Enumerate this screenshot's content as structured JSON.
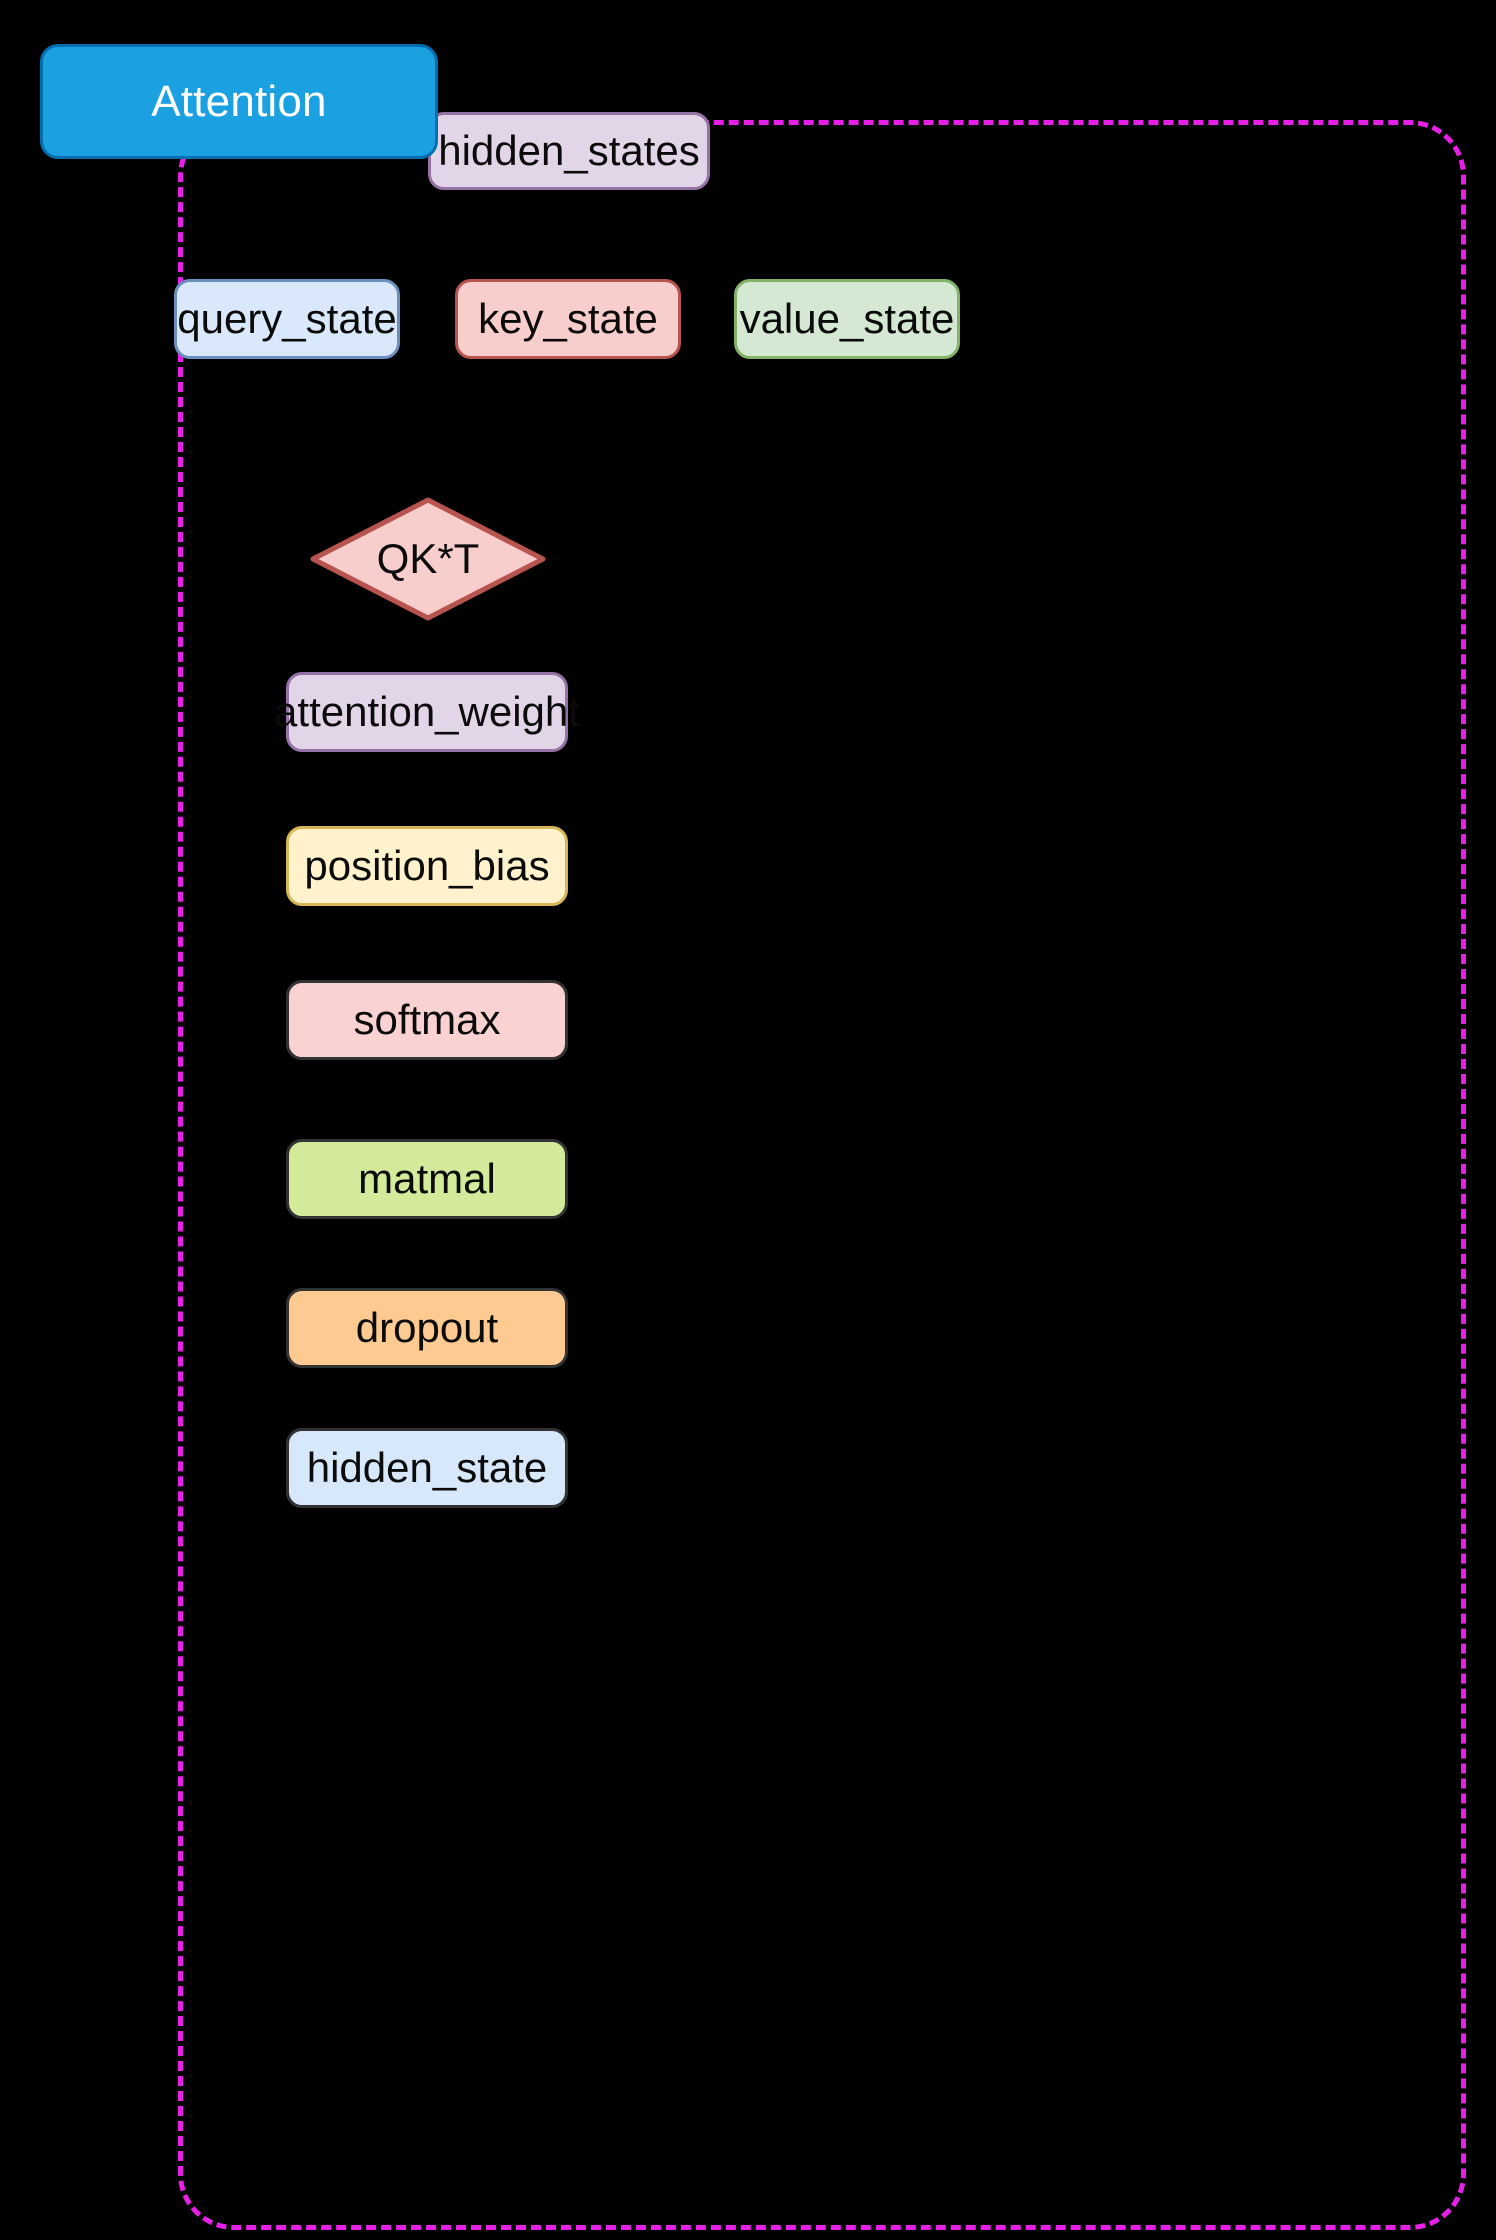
{
  "diagram": {
    "background_color": "#000000",
    "container": {
      "border_color": "#e81fe8",
      "border_style": "dashed"
    },
    "title": {
      "label": "Attention",
      "fill_color": "#1ba1e2",
      "text_color": "#ffffff",
      "border_color": "#006eaf"
    },
    "nodes": [
      {
        "id": "hidden_states",
        "label": "hidden_states",
        "shape": "rounded-rect",
        "fill_color": "#e1d5e7",
        "border_color": "#9673a6"
      },
      {
        "id": "query_state",
        "label": "query_state",
        "shape": "rounded-rect",
        "fill_color": "#dae8fc",
        "border_color": "#6c8ebf"
      },
      {
        "id": "key_state",
        "label": "key_state",
        "shape": "rounded-rect",
        "fill_color": "#f8cecc",
        "border_color": "#b85450"
      },
      {
        "id": "value_state",
        "label": "value_state",
        "shape": "rounded-rect",
        "fill_color": "#d5e8d4",
        "border_color": "#82b366"
      },
      {
        "id": "qkt",
        "label": "QK*T",
        "shape": "diamond",
        "fill_color": "#f8cecc",
        "border_color": "#b85450"
      },
      {
        "id": "attention_weight",
        "label": "attention_weight",
        "shape": "rounded-rect",
        "fill_color": "#e1d5e7",
        "border_color": "#9673a6"
      },
      {
        "id": "position_bias",
        "label": "position_bias",
        "shape": "rounded-rect",
        "fill_color": "#fff2cc",
        "border_color": "#d6b656"
      },
      {
        "id": "softmax",
        "label": "softmax",
        "shape": "rounded-rect",
        "fill_color": "#fad2d2",
        "border_color": "#333333"
      },
      {
        "id": "matmal",
        "label": "matmal",
        "shape": "rounded-rect",
        "fill_color": "#d4ea9b",
        "border_color": "#333333"
      },
      {
        "id": "dropout",
        "label": "dropout",
        "shape": "rounded-rect",
        "fill_color": "#fdcb92",
        "border_color": "#333333"
      },
      {
        "id": "hidden_state",
        "label": "hidden_state",
        "shape": "rounded-rect",
        "fill_color": "#d7e8fb",
        "border_color": "#333333"
      }
    ]
  }
}
